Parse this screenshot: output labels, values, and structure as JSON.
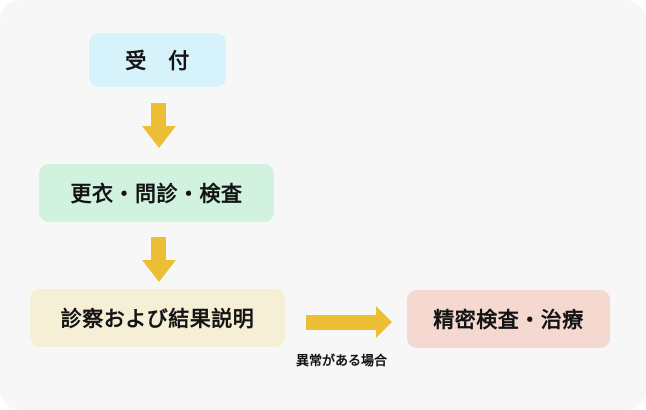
{
  "flowchart": {
    "type": "flowchart",
    "background_color": "#f7f7f7",
    "arrow_color": "#ebbe34",
    "nodes": [
      {
        "id": "reception",
        "label": "受　付",
        "color": "#d6f2fb"
      },
      {
        "id": "changing-interview-screening",
        "label": "更衣・問診・検査",
        "color": "#d0f2de"
      },
      {
        "id": "consultation-results",
        "label": "診察および結果説明",
        "color": "#f5efd6"
      },
      {
        "id": "detailed-exam-treatment",
        "label": "精密検査・治療",
        "color": "#f5d9d1"
      }
    ],
    "edges": [
      {
        "from": "reception",
        "to": "changing-interview-screening",
        "direction": "down",
        "label": ""
      },
      {
        "from": "changing-interview-screening",
        "to": "consultation-results",
        "direction": "down",
        "label": ""
      },
      {
        "from": "consultation-results",
        "to": "detailed-exam-treatment",
        "direction": "right",
        "label": "異常がある場合"
      }
    ]
  }
}
